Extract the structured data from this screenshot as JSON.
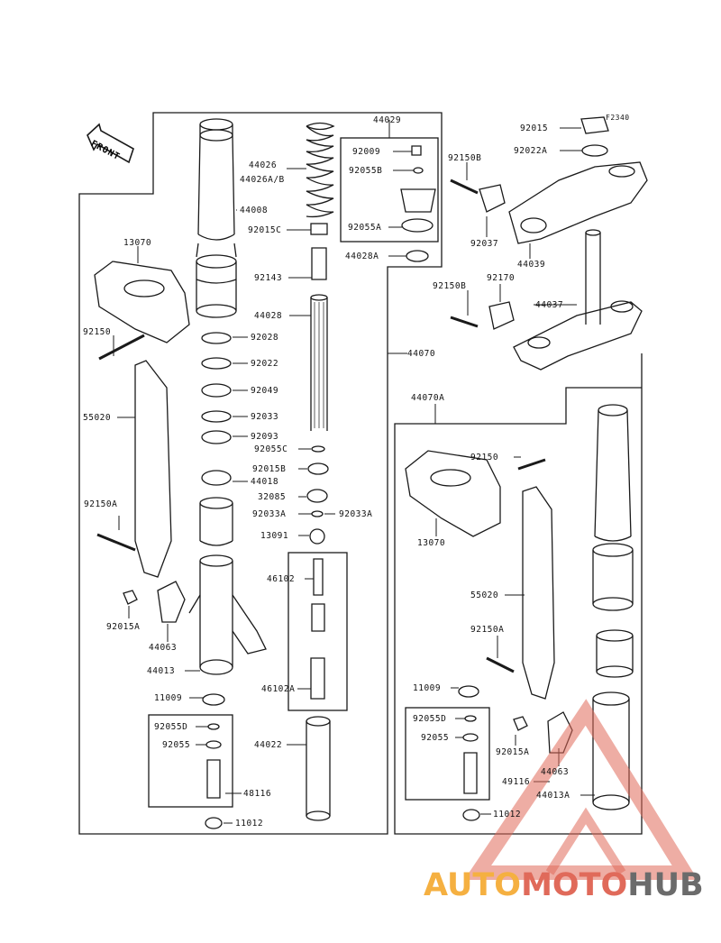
{
  "figure_code": "F2340",
  "front_label": "FRONT",
  "watermark": {
    "part1": "AUTO",
    "part2": "MOTO",
    "part3": "HUB"
  },
  "colors": {
    "line": "#1a1a1a",
    "watermark_red": "#e06a5a",
    "watermark_orange": "#f5b041",
    "watermark_gray": "#6b6b6b"
  },
  "labels": {
    "p44029": "44029",
    "p92009": "92009",
    "p92055B": "92055B",
    "p92055A": "92055A",
    "p44028A": "44028A",
    "p44026": "44026",
    "p44026AB": "44026A/B",
    "p44008": "44008",
    "p92015C": "92015C",
    "p92143": "92143",
    "p44028": "44028",
    "p13070": "13070",
    "p92150": "92150",
    "p92028": "92028",
    "p92022": "92022",
    "p92049": "92049",
    "p92033": "92033",
    "p92093": "92093",
    "p55020": "55020",
    "p92055C": "92055C",
    "p92015B": "92015B",
    "p44018": "44018",
    "p32085": "32085",
    "p92033A_l": "92033A",
    "p92033A_r": "92033A",
    "p92150A": "92150A",
    "p13091": "13091",
    "p46102": "46102",
    "p92015A": "92015A",
    "p44063": "44063",
    "p44013": "44013",
    "p46102A": "46102A",
    "p11009": "11009",
    "p92055D": "92055D",
    "p92055": "92055",
    "p44022": "44022",
    "p48116": "48116",
    "p11012": "11012",
    "p44070": "44070",
    "p92015": "92015",
    "p92022A": "92022A",
    "p92150B": "92150B",
    "p92037": "92037",
    "p44039": "44039",
    "p92150B_2": "92150B",
    "p92170": "92170",
    "p44037": "44037",
    "p44070A": "44070A",
    "p92150_r": "92150",
    "p13070_r": "13070",
    "p55020_r": "55020",
    "p92150A_r": "92150A",
    "p11009_r": "11009",
    "p92055D_r": "92055D",
    "p92055_r": "92055",
    "p92015A_r": "92015A",
    "p44063_r": "44063",
    "p49116_r": "49116",
    "p44013A": "44013A",
    "p11012_r": "11012"
  }
}
